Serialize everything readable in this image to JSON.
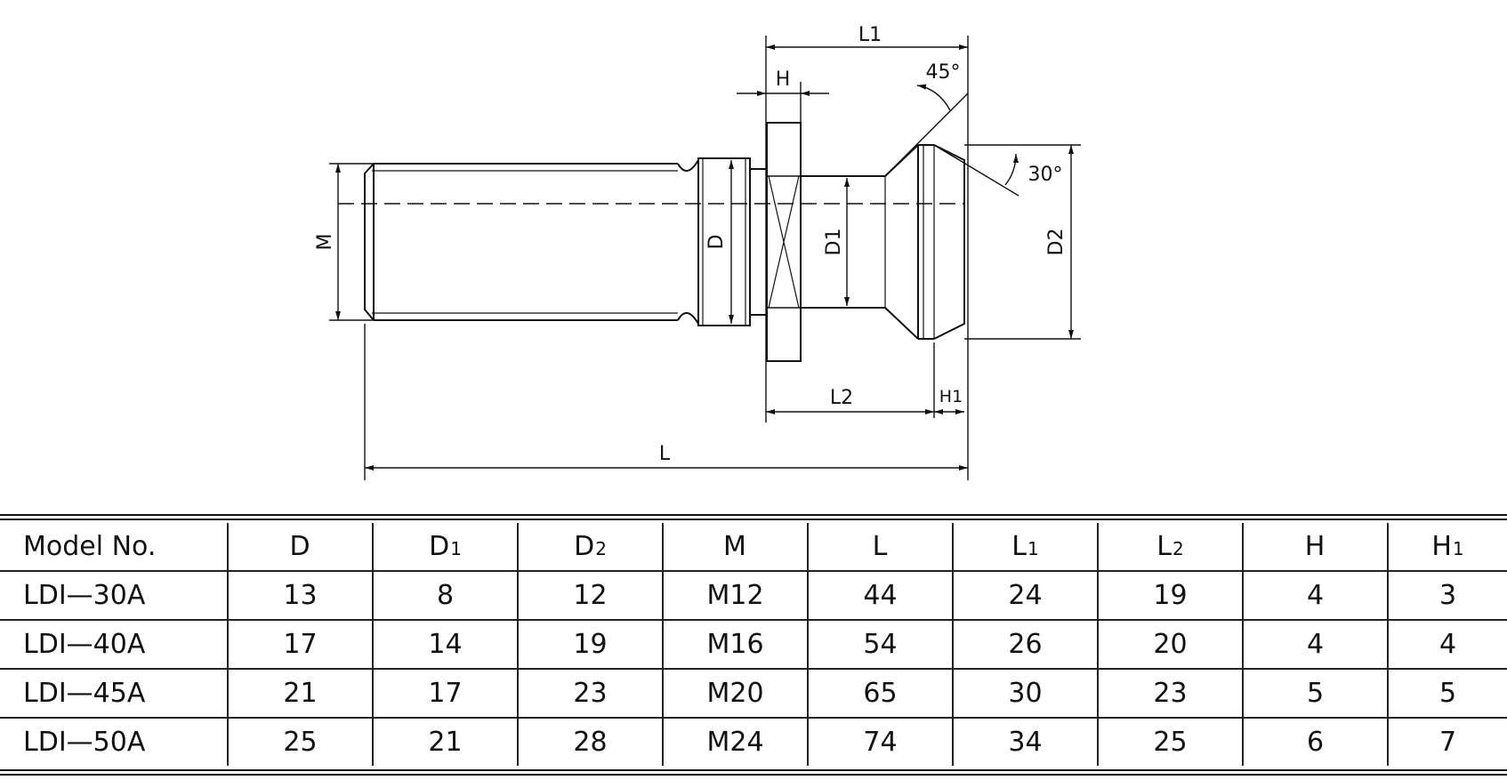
{
  "drawing": {
    "labels": {
      "L1": "L1",
      "H": "H",
      "angle_top": "45°",
      "angle_side": "30°",
      "M": "M",
      "D": "D",
      "D1": "D1",
      "D2": "D2",
      "L2": "L2",
      "H1": "H1",
      "L": "L"
    }
  },
  "table": {
    "headers": [
      {
        "main": "Model No.",
        "sub": ""
      },
      {
        "main": "D",
        "sub": ""
      },
      {
        "main": "D",
        "sub": "1"
      },
      {
        "main": "D",
        "sub": "2"
      },
      {
        "main": "M",
        "sub": ""
      },
      {
        "main": "L",
        "sub": ""
      },
      {
        "main": "L",
        "sub": "1"
      },
      {
        "main": "L",
        "sub": "2"
      },
      {
        "main": "H",
        "sub": ""
      },
      {
        "main": "H",
        "sub": "1"
      }
    ],
    "rows": [
      [
        "LDI—30A",
        "13",
        "8",
        "12",
        "M12",
        "44",
        "24",
        "19",
        "4",
        "3"
      ],
      [
        "LDI—40A",
        "17",
        "14",
        "19",
        "M16",
        "54",
        "26",
        "20",
        "4",
        "4"
      ],
      [
        "LDI—45A",
        "21",
        "17",
        "23",
        "M20",
        "65",
        "30",
        "23",
        "5",
        "5"
      ],
      [
        "LDI—50A",
        "25",
        "21",
        "28",
        "M24",
        "74",
        "34",
        "25",
        "6",
        "7"
      ]
    ]
  }
}
